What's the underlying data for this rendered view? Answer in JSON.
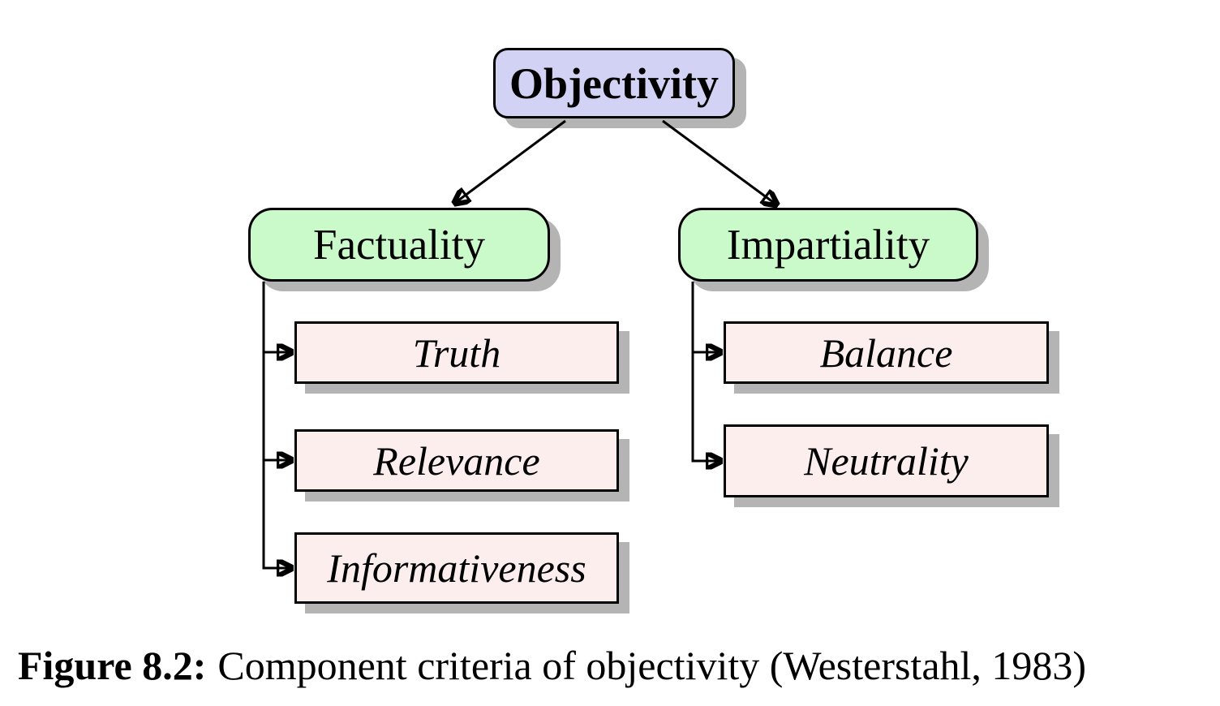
{
  "diagram": {
    "root": {
      "label": "Objectivity"
    },
    "branches": [
      {
        "label": "Factuality",
        "children": [
          {
            "label": "Truth"
          },
          {
            "label": "Relevance"
          },
          {
            "label": "Informativeness"
          }
        ]
      },
      {
        "label": "Impartiality",
        "children": [
          {
            "label": "Balance"
          },
          {
            "label": "Neutrality"
          }
        ]
      }
    ],
    "colors": {
      "root_fill": "#d2d2f4",
      "branch_fill": "#caf9ca",
      "leaf_fill": "#fdeeee",
      "shadow": "#b4b4b4",
      "border": "#000000",
      "line": "#000000"
    }
  },
  "caption": {
    "label": "Figure 8.2:",
    "text": "Component criteria of objectivity (Westerstahl, 1983)"
  }
}
